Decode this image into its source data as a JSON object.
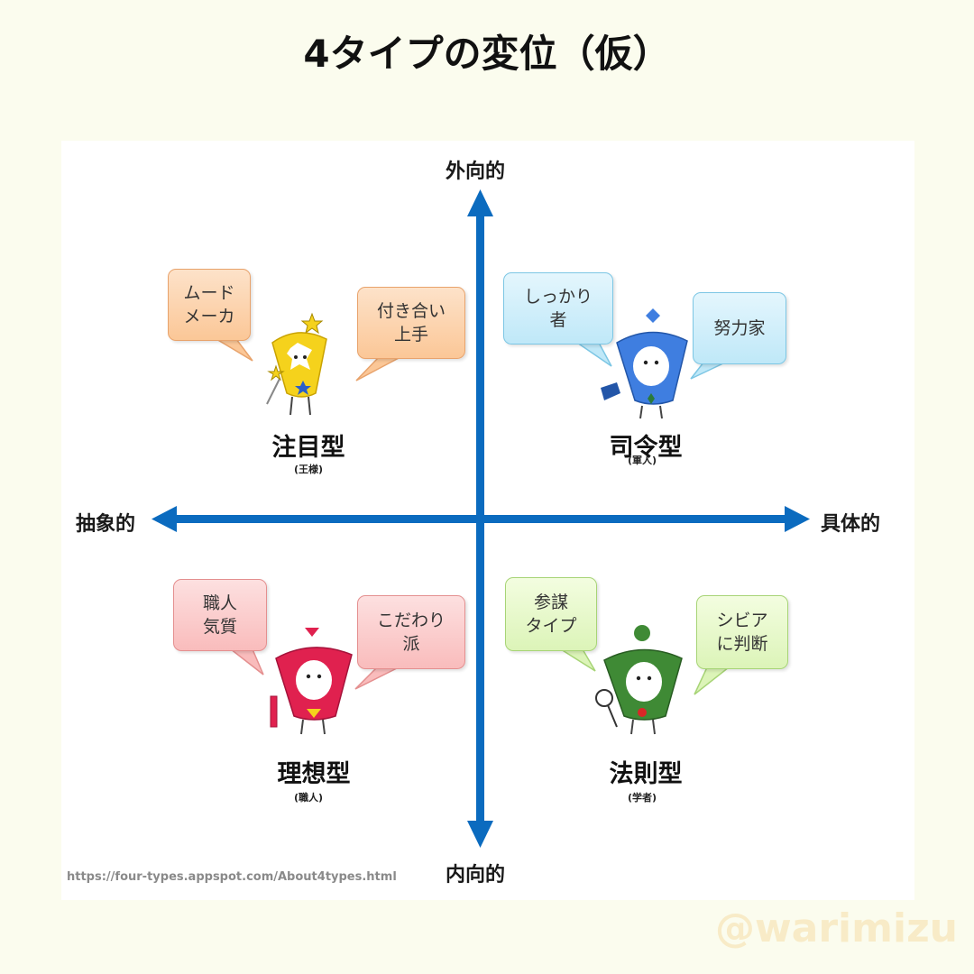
{
  "title": "4タイプの変位（仮）",
  "axes": {
    "top": "外向的",
    "bottom": "内向的",
    "left": "抽象的",
    "right": "具体的"
  },
  "quadrants": {
    "top_left": {
      "name": "注目型",
      "sub": "(王様)",
      "color": "#f5d21c",
      "bubbles": [
        "ムード\nメーカ",
        "付き合い\n上手"
      ]
    },
    "top_right": {
      "name": "司令型",
      "sub": "(軍人)",
      "color": "#3f7ee0",
      "bubbles": [
        "しっかり\n者",
        "努力家"
      ]
    },
    "bottom_left": {
      "name": "理想型",
      "sub": "(職人)",
      "color": "#e0214f",
      "bubbles": [
        "職人\n気質",
        "こだわり\n派"
      ]
    },
    "bottom_right": {
      "name": "法則型",
      "sub": "(学者)",
      "color": "#3f8a35",
      "bubbles": [
        "参謀\nタイプ",
        "シビア\nに判断"
      ]
    }
  },
  "source": "https://four-types.appspot.com/About4types.html",
  "watermark": "@warimizu",
  "axis_color": "#0b6bbf"
}
